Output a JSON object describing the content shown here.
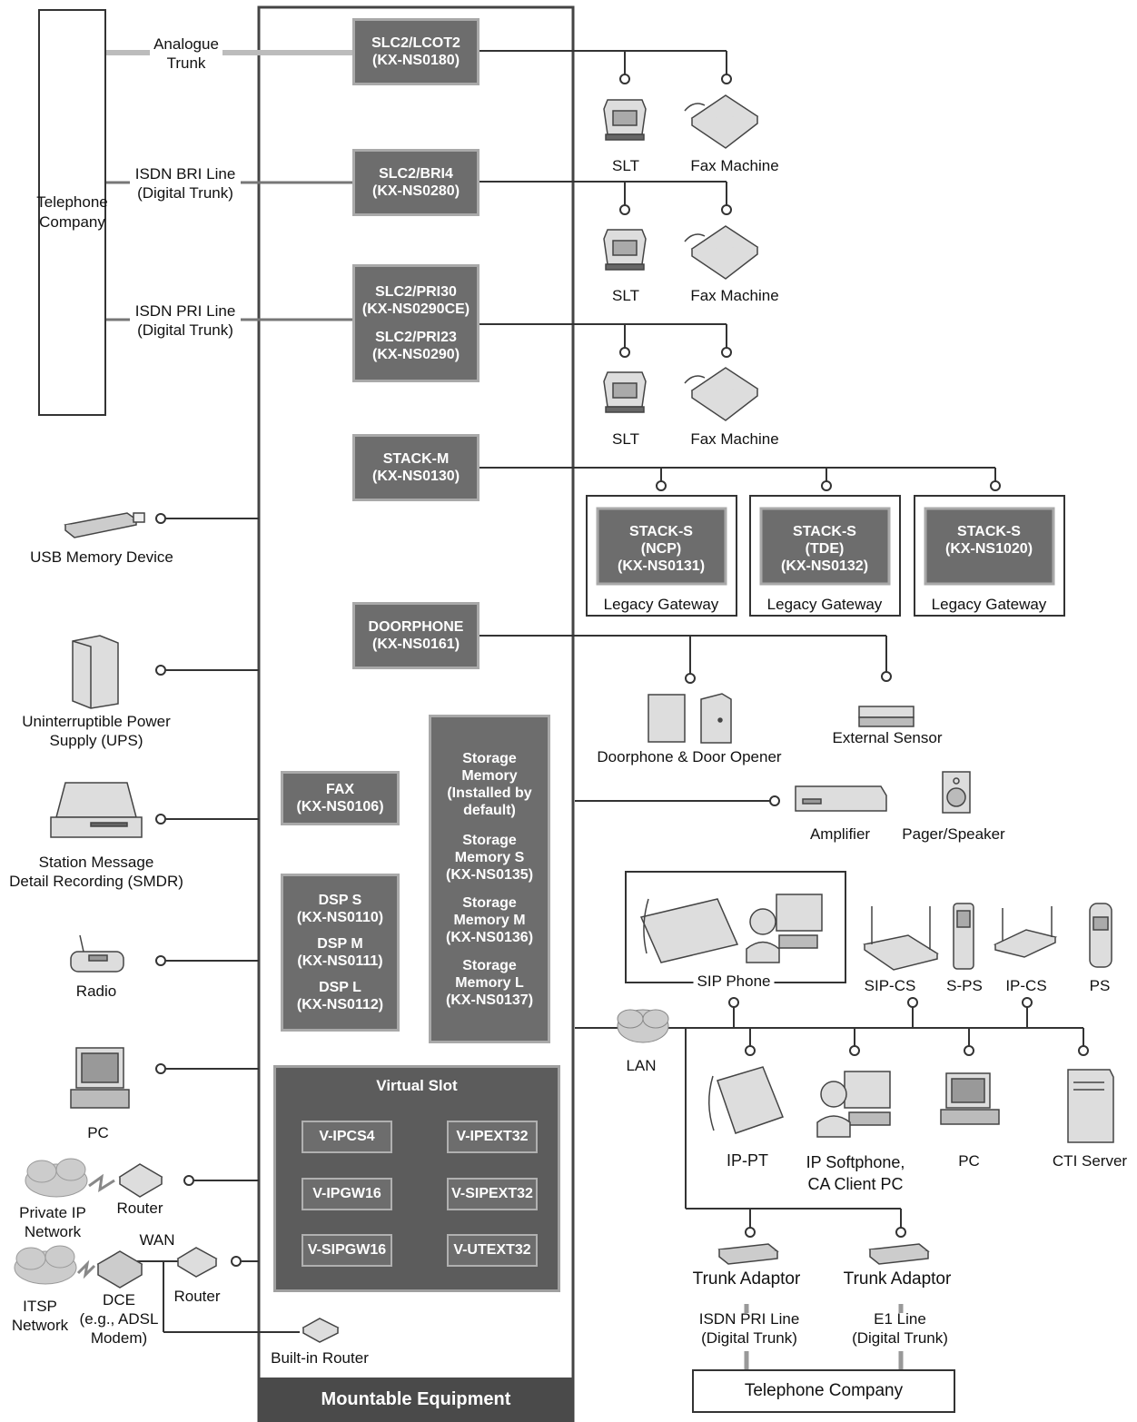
{
  "left_box": {
    "line1": "Telephone",
    "line2": "Company"
  },
  "trunks": {
    "analogue": {
      "l1": "Analogue",
      "l2": "Trunk"
    },
    "bri": {
      "l1": "ISDN BRI Line",
      "l2": "(Digital Trunk)"
    },
    "pri": {
      "l1": "ISDN PRI Line",
      "l2": "(Digital Trunk)"
    }
  },
  "cards": {
    "slc_lcot": {
      "l1": "SLC2/LCOT2",
      "l2": "(KX-NS0180)"
    },
    "slc_bri": {
      "l1": "SLC2/BRI4",
      "l2": "(KX-NS0280)"
    },
    "slc_pri30": {
      "l1": "SLC2/PRI30",
      "l2": "(KX-NS0290CE)"
    },
    "slc_pri23": {
      "l1": "SLC2/PRI23",
      "l2": "(KX-NS0290)"
    },
    "stack_m": {
      "l1": "STACK-M",
      "l2": "(KX-NS0130)"
    },
    "doorphone": {
      "l1": "DOORPHONE",
      "l2": "(KX-NS0161)"
    },
    "fax": {
      "l1": "FAX",
      "l2": "(KX-NS0106)"
    },
    "dsp": {
      "s1": "DSP S",
      "s2": "(KX-NS0110)",
      "m1": "DSP M",
      "m2": "(KX-NS0111)",
      "l1": "DSP L",
      "l2": "(KX-NS0112)"
    },
    "storage": {
      "a1": "Storage",
      "a2": "Memory",
      "a3": "(Installed by",
      "a4": "default)",
      "s1": "Storage",
      "s2": "Memory S",
      "s3": "(KX-NS0135)",
      "m1": "Storage",
      "m2": "Memory M",
      "m3": "(KX-NS0136)",
      "l1": "Storage",
      "l2": "Memory L",
      "l3": "(KX-NS0137)"
    }
  },
  "virtual_slot": {
    "title": "Virtual Slot",
    "items": [
      "V-IPCS4",
      "V-IPEXT32",
      "V-IPGW16",
      "V-SIPEXT32",
      "V-SIPGW16",
      "V-UTEXT32"
    ]
  },
  "mountable": "Mountable Equipment",
  "right": {
    "slt": "SLT",
    "fax_machine": "Fax Machine",
    "stacks": [
      {
        "l1": "STACK-S",
        "l2": "(NCP)",
        "l3": "(KX-NS0131)"
      },
      {
        "l1": "STACK-S",
        "l2": "(TDE)",
        "l3": "(KX-NS0132)"
      },
      {
        "l1": "STACK-S",
        "l2": "(KX-NS1020)",
        "l3": ""
      }
    ],
    "legacy_gateway": "Legacy Gateway",
    "doorphone_opener": "Doorphone & Door Opener",
    "external_sensor": "External Sensor",
    "amplifier": "Amplifier",
    "pager_speaker": "Pager/Speaker",
    "sip_phone": "SIP Phone",
    "sip_cs": "SIP-CS",
    "s_ps": "S-PS",
    "ip_cs": "IP-CS",
    "ps": "PS",
    "lan": "LAN",
    "ip_pt": "IP-PT",
    "softphone_l1": "IP Softphone,",
    "softphone_l2": "CA Client PC",
    "pc": "PC",
    "cti": "CTI Server",
    "trunk_adaptor": "Trunk Adaptor",
    "ta1_l1": "ISDN PRI Line",
    "ta1_l2": "(Digital Trunk)",
    "ta2_l1": "E1 Line",
    "ta2_l2": "(Digital Trunk)",
    "telco": "Telephone Company"
  },
  "left": {
    "usb": "USB Memory Device",
    "ups_l1": "Uninterruptible Power",
    "ups_l2": "Supply (UPS)",
    "smdr_l1": "Station Message",
    "smdr_l2": "Detail Recording (SMDR)",
    "radio": "Radio",
    "pc": "PC",
    "private_ip_l1": "Private IP",
    "private_ip_l2": "Network",
    "router": "Router",
    "wan": "WAN",
    "itsp_l1": "ITSP",
    "itsp_l2": "Network",
    "dce_l1": "DCE",
    "dce_l2": "(e.g., ADSL",
    "dce_l3": "Modem)",
    "builtin_router": "Built-in Router"
  }
}
